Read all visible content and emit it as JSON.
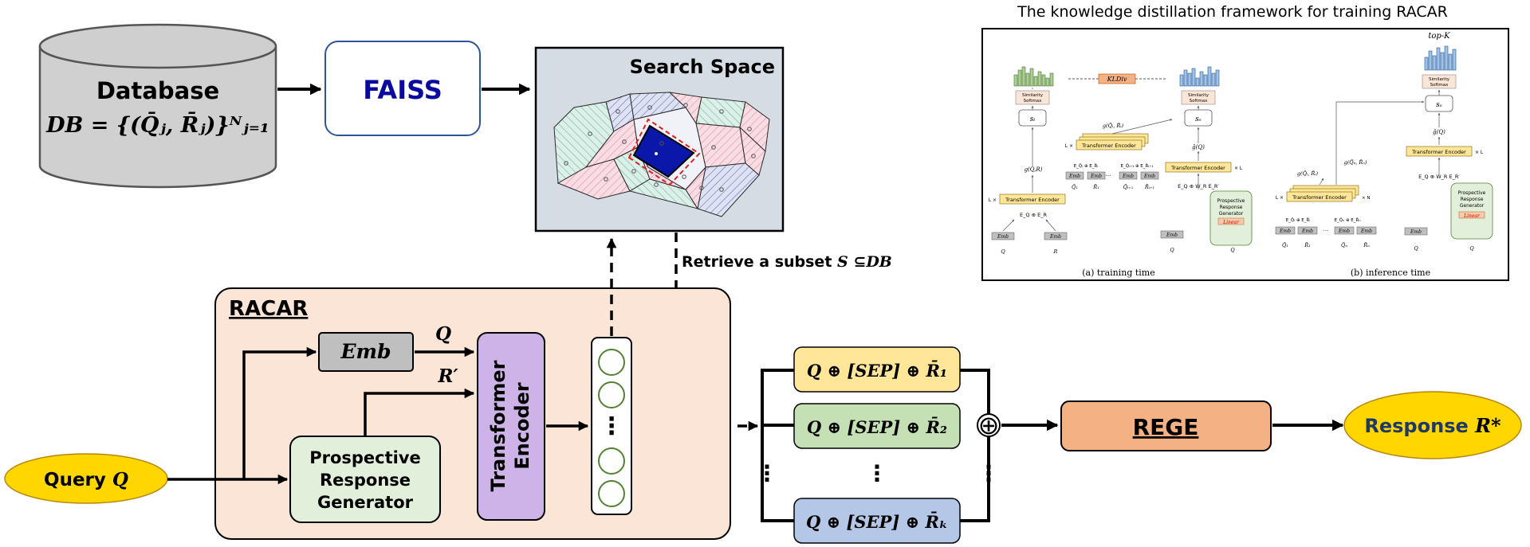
{
  "database": {
    "title": "Database",
    "formula": "DB = {(Q̄ⱼ, R̄ⱼ)}ᴺⱼ₌₁"
  },
  "faiss": {
    "label": "FAISS"
  },
  "search_space": {
    "title": "Search Space"
  },
  "retrieve": {
    "prefix": "Retrieve a subset ",
    "set_s": "S",
    "subset": " ⊆",
    "db": "DB"
  },
  "racar": {
    "title": "RACAR"
  },
  "emb": {
    "label": "Emb"
  },
  "q_label": "Q",
  "r_prime_label": "R′",
  "generator": {
    "line1": "Prospective",
    "line2": "Response",
    "line3": "Generator"
  },
  "transformer": {
    "line1": "Transformer",
    "line2": "Encoder"
  },
  "vector_dots": "⋮",
  "query": {
    "prefix": "Query ",
    "symbol": "Q"
  },
  "concat": [
    {
      "text": "Q ⊕ [SEP] ⊕ R̄₁"
    },
    {
      "text": "Q ⊕ [SEP] ⊕ R̄₂"
    },
    {
      "text": "Q ⊕ [SEP] ⊕ R̄ₖ"
    }
  ],
  "oplus": "⊕",
  "column_dots": "⋮",
  "rege": {
    "label": "REGE"
  },
  "response": {
    "prefix": "Response ",
    "symbol": "R*"
  },
  "kd": {
    "title": "The knowledge distillation framework for training RACAR",
    "kldiv": "KLDiv",
    "topk": "top-K",
    "similarity": "Similarity",
    "softmax": "Softmax",
    "st": "sₜ",
    "ss_a": "sₛ",
    "ss_b": "sₛ",
    "gqr": "g(Q,R)",
    "ghat_a": "ĝ(Q)",
    "ghat_b": "ĝ(Q)",
    "g_pair_top": "g(Q̄ᵢ, R̄ᵢ)",
    "g_pair_a": "g(Q̄ᵢ, R̄ᵢ)",
    "g_pair_b": "g(Q̄ₙ, R̄ₙ)",
    "te": "Transformer Encoder",
    "l_times": "L ×",
    "times_l": "× L",
    "emb": "Emb",
    "eq_er": "E_Q ⊕ E_R",
    "eq_w": "E_Q ⊕ W_R E_R′",
    "eq_er_pair": "E_Q̄ᵢ ⊕ E_R̄ᵢ",
    "eq_er_pair_n": "E_Q̄ₙ ⊕ E_R̄ₙ",
    "eq_er_pair_n1": "E_Q̄ᵢ₊₁ ⊕ E_R̄ᵢ₊₁",
    "prg1": "Prospective",
    "prg2": "Response",
    "prg3": "Generator",
    "linear": "Linear",
    "q": "Q",
    "r": "R",
    "q1": "Q̄₁",
    "r1": "R̄₁",
    "qn": "Q̄ₙ",
    "rn": "R̄ₙ",
    "qi1": "Q̄ᵢ₊₁",
    "ri1": "R̄ᵢ₊₁",
    "ellipsis": "···",
    "times_n": "× N",
    "cap_a": "(a) training time",
    "cap_b": "(b) inference time"
  },
  "colors": {
    "db_fill": "#d0d0d0",
    "faiss_text": "#0a0aa0",
    "faiss_border": "#2f5597",
    "search_bg": "#d6dce4",
    "highlight_blue": "#0b17a8",
    "racar_fill": "#fbe5d6",
    "emb_fill": "#bfbfbf",
    "generator_fill": "#e2efda",
    "transformer_fill": "#cdb3e8",
    "vector_circle": "#548235",
    "concat1": "#ffe699",
    "concat2": "#c5e0b4",
    "concat3": "#b4c7e7",
    "rege_fill": "#f4b183",
    "query_fill": "#ffd600"
  }
}
